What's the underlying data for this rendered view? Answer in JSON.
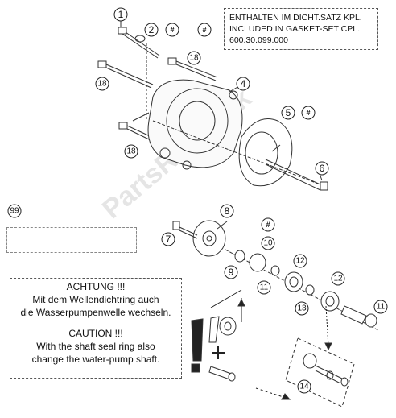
{
  "gasket_note": {
    "line1": "ENTHALTEN IM DICHT.SATZ KPL.",
    "line2": "INCLUDED IN GASKET-SET CPL.",
    "line3": "600.30.099.000"
  },
  "caution_note": {
    "de_title": "ACHTUNG !!!",
    "de_line1": "Mit dem Wellendichtring auch",
    "de_line2": "die Wasserpumpenwelle wechseln.",
    "en_title": "CAUTION !!!",
    "en_line1": "With the shaft seal ring also",
    "en_line2": "change the water-pump shaft."
  },
  "callouts": {
    "c1": "1",
    "c2": "2",
    "c2h": "#",
    "c_hash_note": "#",
    "c18a": "18",
    "c18b": "18",
    "c18c": "18",
    "c4": "4",
    "c5": "5",
    "c5h": "#",
    "c6": "6",
    "c99": "99",
    "kit7": "7",
    "kit8": "8",
    "kit9": "9",
    "kit11": "11",
    "kit12": "12",
    "kit13": "13",
    "kit14": "14",
    "c7": "7",
    "c8": "8",
    "c_hash10": "#",
    "c10": "10",
    "c9": "9",
    "c11a": "11",
    "c12a": "12",
    "c13": "13",
    "c12b": "12",
    "c11b": "11",
    "c14": "14"
  },
  "watermark": "PartsRepublik"
}
